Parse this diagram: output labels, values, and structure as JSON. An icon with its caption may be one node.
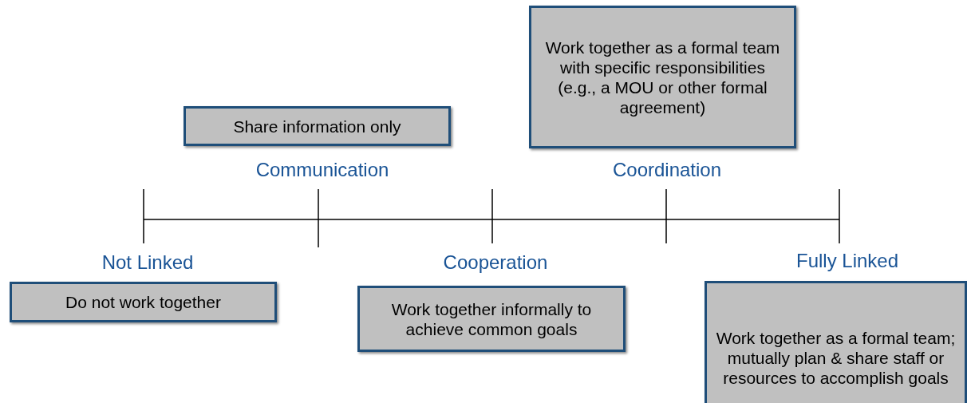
{
  "diagram": {
    "nodes": [
      {
        "text": [
          "Not Linked",
          "Do not work together"
        ]
      },
      {
        "text": [
          "Share information only",
          "Communication"
        ]
      },
      {
        "text": [
          "Cooperation",
          "Work together informally to achieve common goals"
        ]
      },
      {
        "text": [
          "Work together as a formal team with specific responsibilities (e.g., a MOU or other formal agreement)",
          "Coordination"
        ]
      },
      {
        "text": [
          "Fully Linked",
          "Work together as a formal team; mutually plan & share staff or resources to accomplish goals"
        ]
      }
    ]
  }
}
